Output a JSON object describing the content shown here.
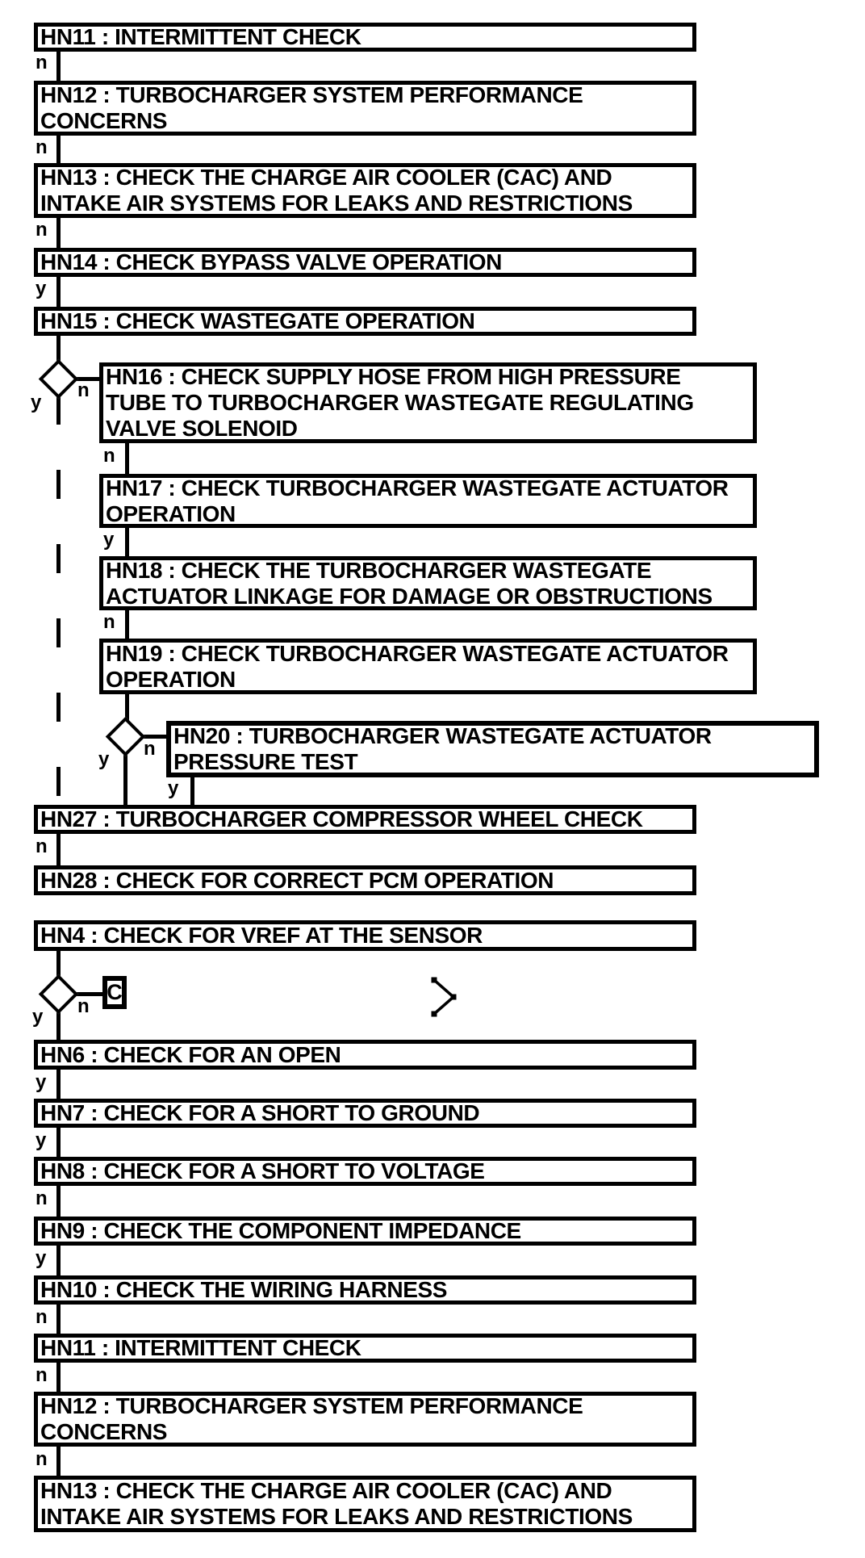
{
  "page": {
    "background": "#ffffff",
    "ink": "#000000",
    "diagram_type": "diagnostic-flowchart"
  },
  "boxes": [
    {
      "id": "HN11",
      "label": "HN11 : INTERMITTENT CHECK"
    },
    {
      "id": "HN12",
      "label": "HN12 : TURBOCHARGER SYSTEM PERFORMANCE\nCONCERNS"
    },
    {
      "id": "HN13",
      "label": "HN13 : CHECK THE CHARGE AIR COOLER (CAC) AND\nINTAKE AIR SYSTEMS FOR LEAKS AND RESTRICTIONS"
    },
    {
      "id": "HN14",
      "label": "HN14 : CHECK BYPASS VALVE OPERATION"
    },
    {
      "id": "HN15",
      "label": "HN15 : CHECK WASTEGATE OPERATION"
    },
    {
      "id": "HN16",
      "label": "HN16 : CHECK SUPPLY HOSE FROM HIGH PRESSURE\nTUBE TO TURBOCHARGER WASTEGATE REGULATING\nVALVE SOLENOID"
    },
    {
      "id": "HN17",
      "label": "HN17 : CHECK TURBOCHARGER WASTEGATE ACTUATOR\nOPERATION"
    },
    {
      "id": "HN18",
      "label": "HN18 : CHECK THE TURBOCHARGER WASTEGATE\nACTUATOR LINKAGE FOR DAMAGE OR OBSTRUCTIONS"
    },
    {
      "id": "HN19",
      "label": "HN19 : CHECK TURBOCHARGER WASTEGATE ACTUATOR\nOPERATION"
    },
    {
      "id": "HN20",
      "label": "HN20 : TURBOCHARGER WASTEGATE ACTUATOR\nPRESSURE TEST"
    },
    {
      "id": "HN27",
      "label": "HN27 : TURBOCHARGER COMPRESSOR WHEEL CHECK"
    },
    {
      "id": "HN28",
      "label": "HN28 : CHECK FOR CORRECT PCM OPERATION"
    },
    {
      "id": "HN4",
      "label": "HN4 : CHECK FOR VREF AT THE SENSOR"
    },
    {
      "id": "HN6",
      "label": "HN6 : CHECK FOR AN OPEN"
    },
    {
      "id": "HN7",
      "label": "HN7 : CHECK FOR A SHORT TO GROUND"
    },
    {
      "id": "HN8",
      "label": "HN8 : CHECK FOR A SHORT TO VOLTAGE"
    },
    {
      "id": "HN9",
      "label": "HN9 : CHECK THE COMPONENT IMPEDANCE"
    },
    {
      "id": "HN10",
      "label": "HN10 : CHECK THE WIRING HARNESS"
    },
    {
      "id": "HN11_2",
      "label": "HN11 : INTERMITTENT CHECK"
    },
    {
      "id": "HN12_2",
      "label": "HN12 : TURBOCHARGER SYSTEM PERFORMANCE\nCONCERNS"
    },
    {
      "id": "HN13_2",
      "label": "HN13 : CHECK THE CHARGE AIR COOLER (CAC) AND\nINTAKE AIR SYSTEMS FOR LEAKS AND RESTRICTIONS"
    }
  ],
  "labels": {
    "hn11_no": "n",
    "hn12_no": "n",
    "hn13_no": "n",
    "hn14_yes": "y",
    "d1_yes": "y",
    "d1_no": "n",
    "hn16_no": "n",
    "hn17_yes": "y",
    "hn18_no": "n",
    "d2_yes": "y",
    "d2_no": "n",
    "hn20_yes": "y",
    "hn27_no": "n",
    "d3_yes": "y",
    "d3_no": "n",
    "hn6_yes": "y",
    "hn7_yes": "y",
    "hn8_no": "n",
    "hn9_yes": "y",
    "hn10_no": "n",
    "hn11b_no": "n",
    "hn12b_no": "n",
    "offpage_connector": "C"
  }
}
